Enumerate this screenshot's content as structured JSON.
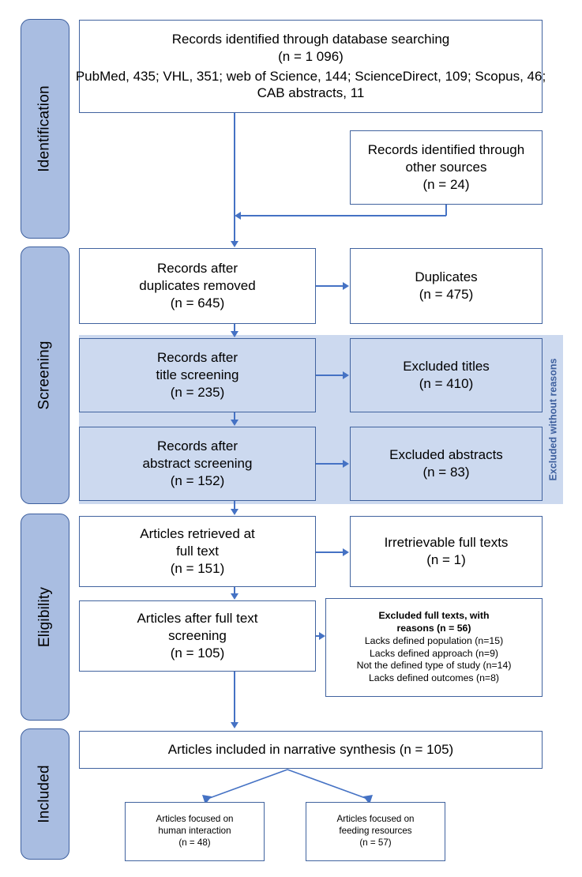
{
  "diagram": {
    "title": "PRISMA flow diagram",
    "colors": {
      "box_border": "#41639f",
      "connector": "#4572c4",
      "stage_pill_fill": "#a9bde1",
      "stage_pill_border": "#3d5f9e",
      "highlight_band": "#ccd9ef",
      "band_label_text": "#3d5f9e"
    }
  },
  "stages": [
    {
      "id": "identification",
      "label": "Identification"
    },
    {
      "id": "screening",
      "label": "Screening"
    },
    {
      "id": "eligibility",
      "label": "Eligibility"
    },
    {
      "id": "included",
      "label": "Included"
    }
  ],
  "band": {
    "label": "Excluded without reasons"
  },
  "boxes": {
    "database_searching": {
      "lines": [
        "Records identified through database searching",
        "(n = 1 096)"
      ],
      "detail": [
        "PubMed, 435; VHL, 351; web of Science, 144; ScienceDirect, 109; Scopus, 46;",
        "CAB abstracts, 11"
      ]
    },
    "other_sources": {
      "lines": [
        "Records identified through",
        "other sources",
        "(n = 24)"
      ]
    },
    "after_duplicates": {
      "lines": [
        "Records after",
        "duplicates removed",
        "(n = 645)"
      ]
    },
    "duplicates": {
      "lines": [
        "Duplicates",
        "(n = 475)"
      ]
    },
    "after_title_screening": {
      "lines": [
        "Records after",
        "title screening",
        "(n = 235)"
      ]
    },
    "excluded_titles": {
      "lines": [
        "Excluded titles",
        "(n = 410)"
      ]
    },
    "after_abstract_screening": {
      "lines": [
        "Records after",
        "abstract screening",
        "(n = 152)"
      ]
    },
    "excluded_abstracts": {
      "lines": [
        "Excluded abstracts",
        "(n = 83)"
      ]
    },
    "retrieved_full_text": {
      "lines": [
        "Articles retrieved at",
        "full text",
        "(n = 151)"
      ]
    },
    "irretrievable_full_texts": {
      "lines": [
        "Irretrievable full texts",
        "(n = 1)"
      ]
    },
    "after_full_text_screening": {
      "lines": [
        "Articles after full text",
        "screening",
        "(n = 105)"
      ]
    },
    "excluded_with_reasons": {
      "heading": [
        "Excluded full texts, with",
        "reasons (n = 56)"
      ],
      "reasons": [
        "Lacks defined population  (n=15)",
        "Lacks defined approach  (n=9)",
        "Not the defined type of study (n=14)",
        "Lacks defined outcomes (n=8)"
      ]
    },
    "narrative_synthesis": {
      "lines": [
        "Articles included in narrative synthesis (n = 105)"
      ]
    },
    "human_interaction": {
      "lines": [
        "Articles focused on",
        "human interaction",
        "(n = 48)"
      ]
    },
    "feeding_resources": {
      "lines": [
        "Articles focused on",
        "feeding resources",
        "(n = 57)"
      ]
    }
  }
}
